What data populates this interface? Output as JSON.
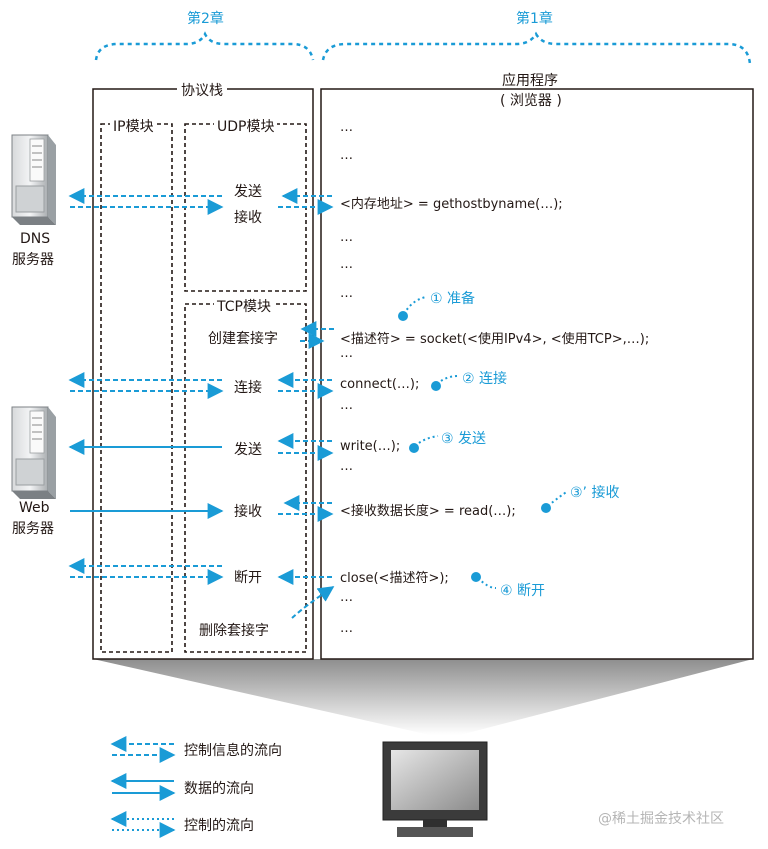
{
  "colors": {
    "accent": "#1a9bd6",
    "line": "#231815",
    "server": "#8a8f93",
    "bg": "#ffffff"
  },
  "chapters": {
    "ch2": "第2章",
    "ch1": "第1章"
  },
  "protocol_stack": {
    "title": "协议栈",
    "ip_module": "IP模块",
    "udp_module": "UDP模块",
    "tcp_module": "TCP模块",
    "udp_send": "发送",
    "udp_receive": "接收",
    "create_socket": "创建套接字",
    "connect": "连接",
    "send": "发送",
    "receive": "接收",
    "disconnect": "断开",
    "delete_socket": "删除套接字"
  },
  "application": {
    "title_line1": "应用程序",
    "title_line2": "( 浏览器 )",
    "ellipsis": "…",
    "gethostbyname": "<内存地址> = gethostbyname(…);",
    "socket": "<描述符> = socket(<使用IPv4>, <使用TCP>,…);",
    "connect": "connect(…);",
    "write": "write(…);",
    "read": "<接收数据长度> = read(…);",
    "close": "close(<描述符>);"
  },
  "steps": {
    "prepare": "① 准备",
    "connect": "② 连接",
    "send": "③ 发送",
    "receive": "③’ 接收",
    "disconnect": "④ 断开"
  },
  "servers": {
    "dns_line1": "DNS",
    "dns_line2": "服务器",
    "web_line1": "Web",
    "web_line2": "服务器"
  },
  "legend": {
    "control_info_flow": "控制信息的流向",
    "data_flow": "数据的流向",
    "control_flow": "控制的流向"
  },
  "watermark": "@稀土掘金技术社区"
}
